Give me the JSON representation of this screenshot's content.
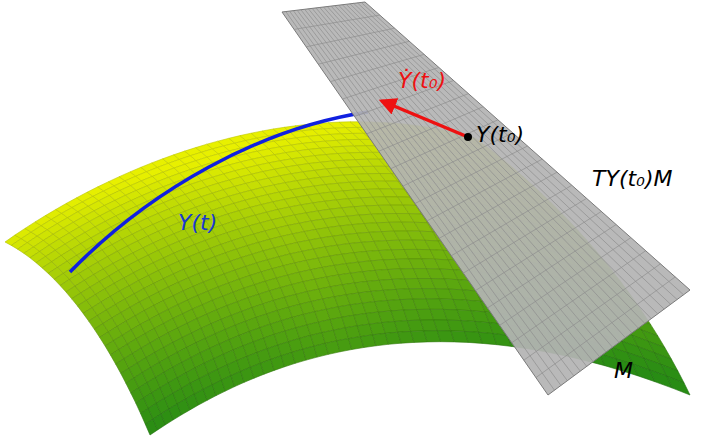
{
  "diagram": {
    "labels": [
      "Y(t)",
      "Ẏ(t₀)",
      "Y(t₀)",
      "TY(t₀)M",
      "M"
    ]
  }
}
